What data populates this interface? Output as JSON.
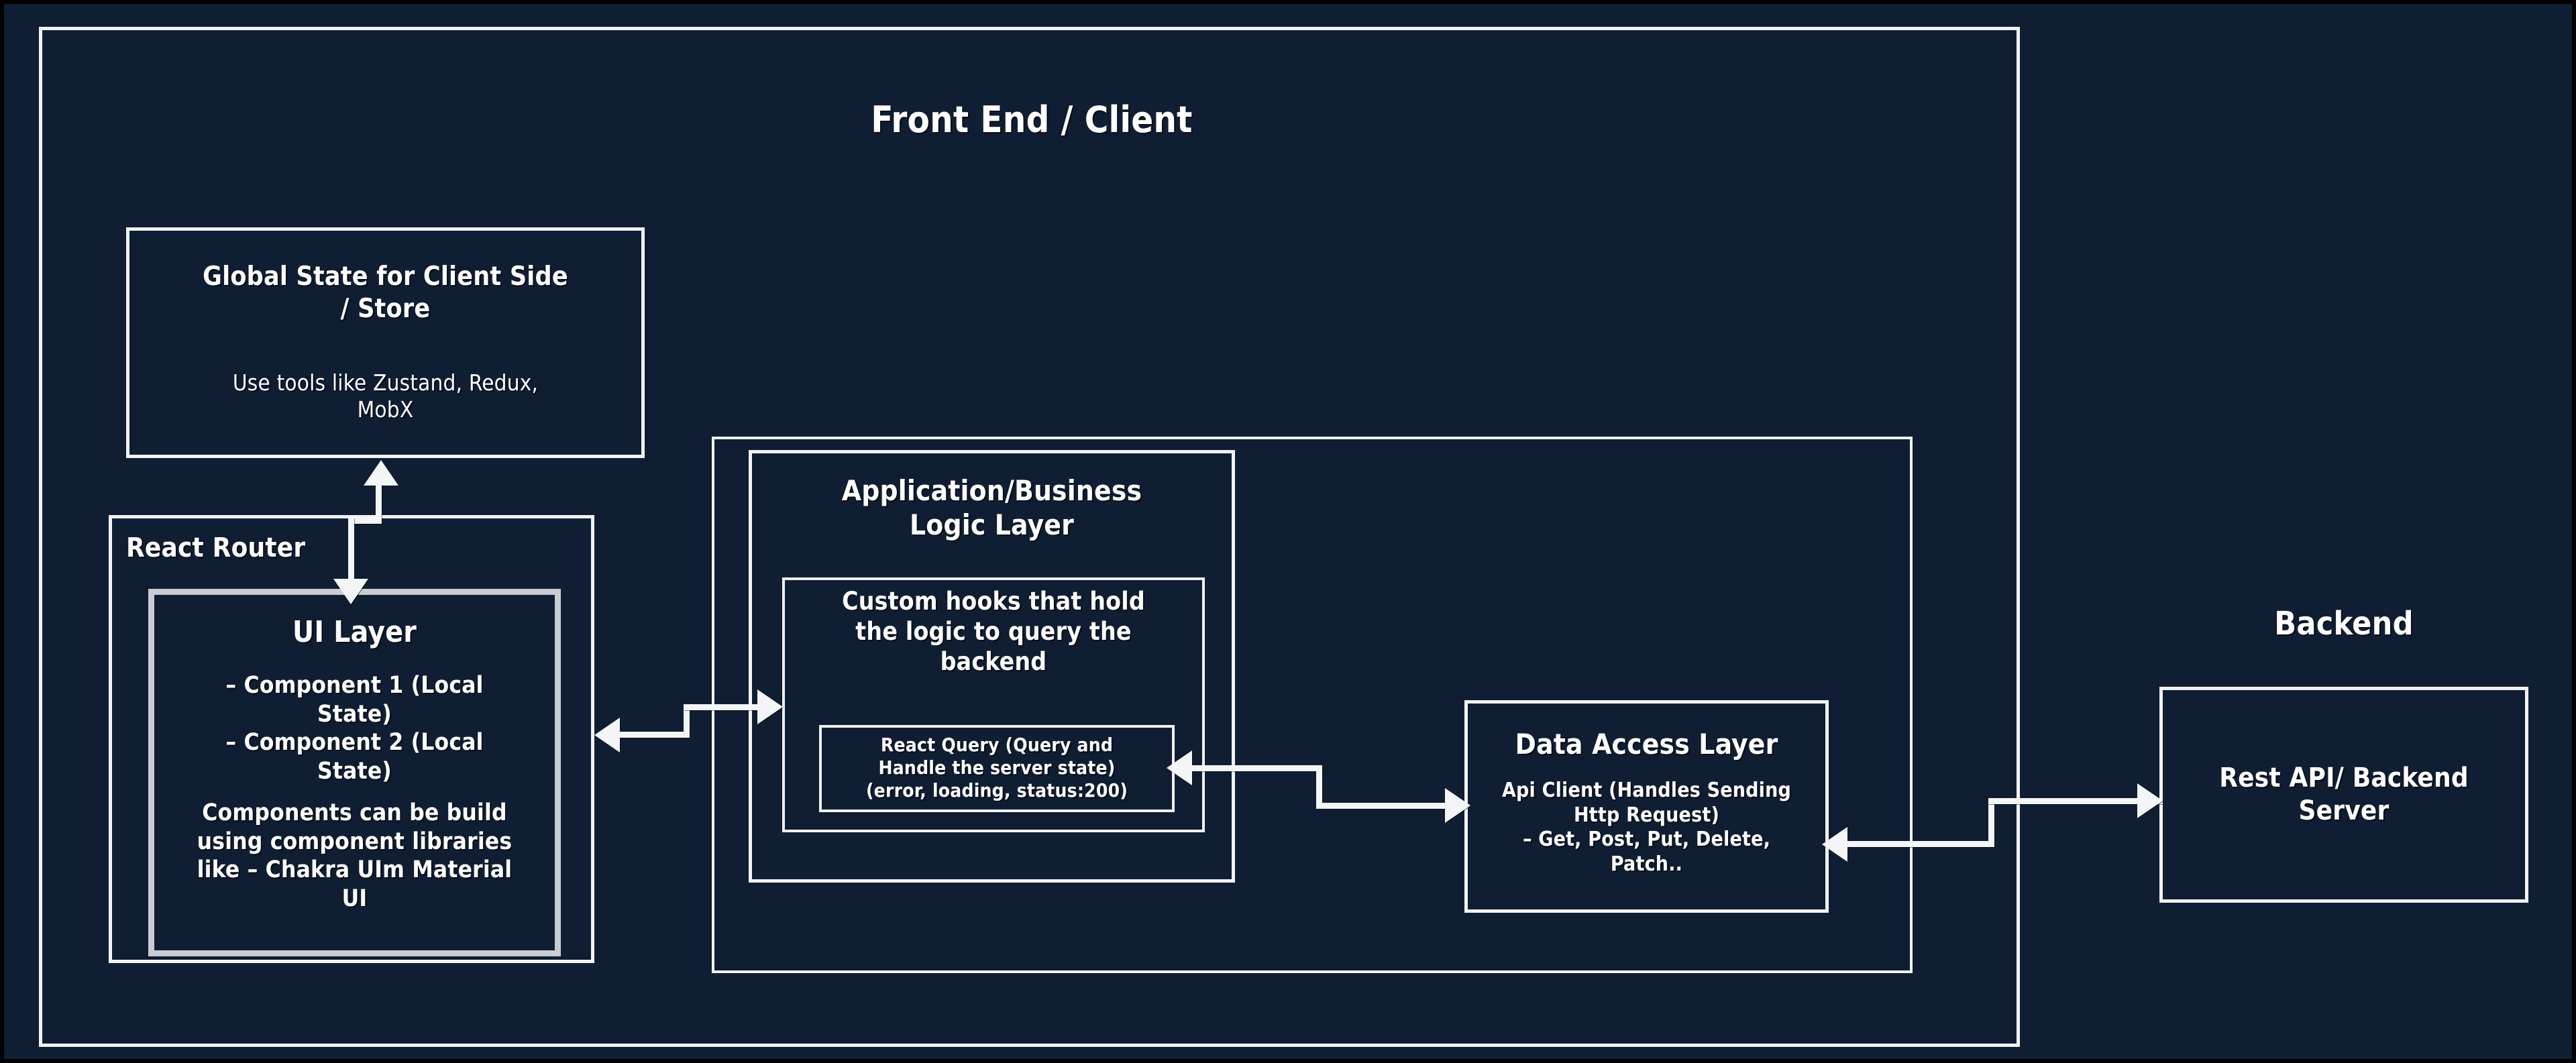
{
  "diagram": {
    "type": "architecture-block-diagram",
    "background_color": "#101e33",
    "line_color": "#f2f3f5",
    "text_color": "#ffffff"
  },
  "frontend": {
    "title": "Front End / Client",
    "global_state": {
      "title": "Global State for Client Side\n/ Store",
      "subtitle": "Use tools like Zustand, Redux,\nMobX"
    },
    "react_router": {
      "label": "React Router",
      "ui_layer": {
        "title": "UI Layer",
        "bullets": "– Component 1 (Local\nState)\n– Component 2 (Local\nState)",
        "note": "Components can be build\nusing component libraries\nlike – Chakra UIm Material\nUI"
      }
    },
    "logic_layer": {
      "title": "Application/Business\nLogic Layer",
      "custom_hooks": {
        "title": "Custom hooks that hold\nthe logic to query the\nbackend",
        "react_query": "React Query (Query and\nHandle the server state)\n(error, loading, status:200)"
      }
    },
    "data_access_layer": {
      "title": "Data Access Layer",
      "body": "Api Client (Handles Sending\nHttp Request)\n– Get, Post, Put, Delete,\nPatch.."
    }
  },
  "backend": {
    "title": "Backend",
    "server": {
      "title": "Rest API/ Backend\nServer"
    }
  },
  "connectors": [
    {
      "name": "global-state-to-ui-layer",
      "direction": "bidirectional",
      "orientation": "vertical"
    },
    {
      "name": "ui-layer-to-custom-hooks",
      "direction": "bidirectional",
      "orientation": "horizontal"
    },
    {
      "name": "custom-hooks-to-data-access-layer",
      "direction": "bidirectional",
      "orientation": "horizontal"
    },
    {
      "name": "data-access-layer-to-rest-api",
      "direction": "bidirectional",
      "orientation": "horizontal"
    }
  ]
}
